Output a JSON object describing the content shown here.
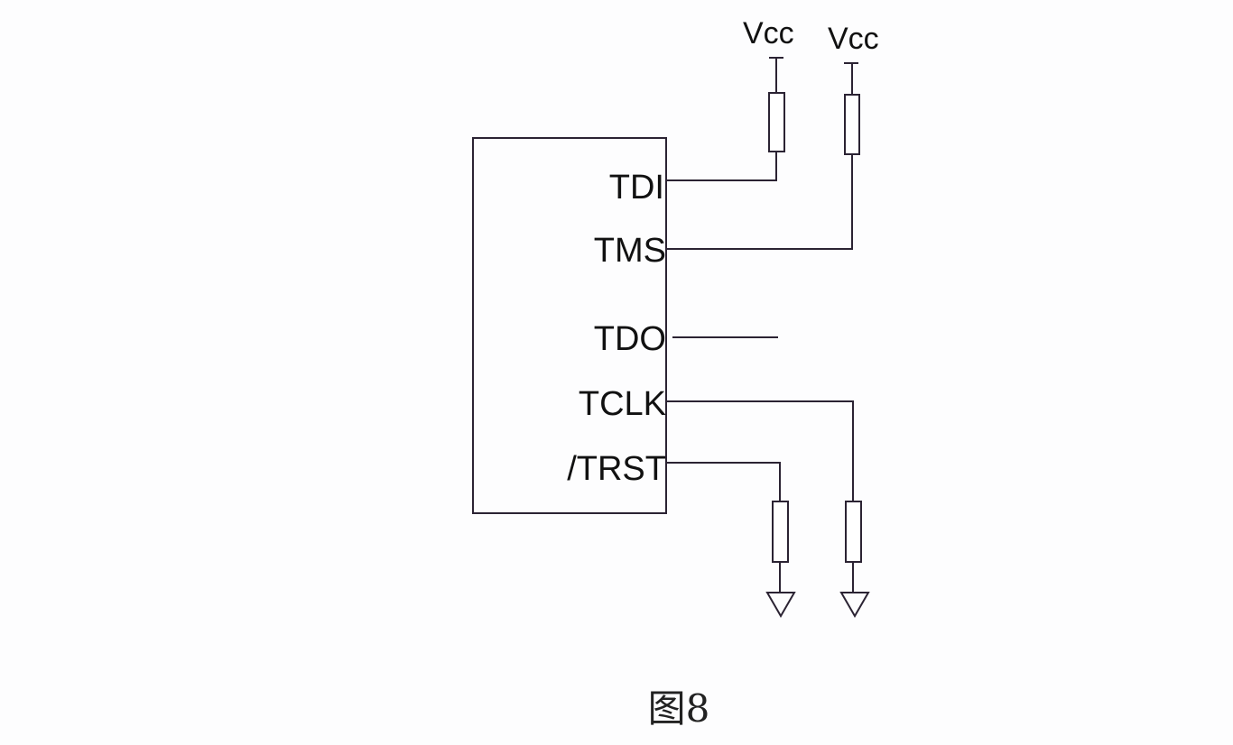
{
  "chip": {
    "pins": [
      "TDI",
      "TMS",
      "TDO",
      "TCLK",
      "/TRST"
    ]
  },
  "supply": {
    "left_label": "Vcc",
    "right_label": "Vcc"
  },
  "caption": "图8",
  "colors": {
    "wire": "#2b2333",
    "background": "#fdfdfe"
  }
}
